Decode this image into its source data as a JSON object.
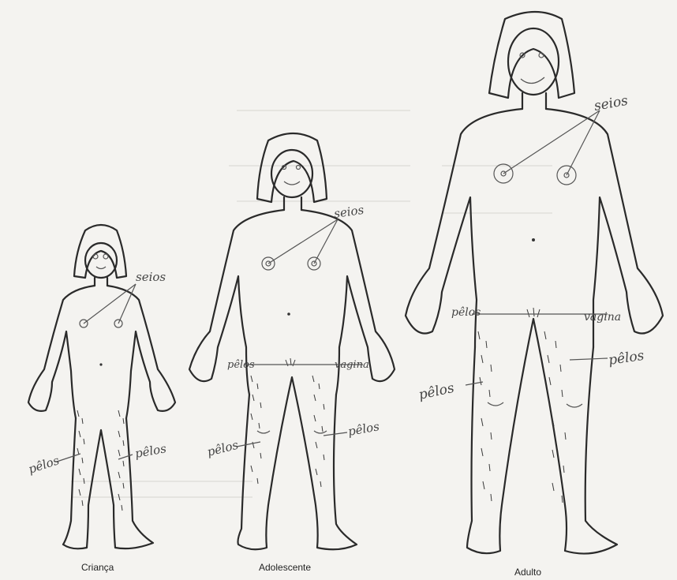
{
  "figures": [
    {
      "id": "crianca",
      "caption": "Criança",
      "labels": {
        "breasts": "seios",
        "hair": "pêlos"
      }
    },
    {
      "id": "adolescente",
      "caption": "Adolescente",
      "labels": {
        "breasts": "seios",
        "hair_left": "pêlos",
        "hair_right": "pêlos",
        "hair_pubic": "pêlos",
        "vagina": "vagina"
      }
    },
    {
      "id": "adulto",
      "caption": "Adulto",
      "labels": {
        "breasts": "seios",
        "hair_left": "pêlos",
        "hair_right": "pêlos",
        "hair_pubic": "pêlos",
        "vagina": "vagina"
      }
    }
  ],
  "colors": {
    "ink": "#2a2a2a",
    "paper": "#f4f3f0",
    "pencil": "#444444"
  }
}
